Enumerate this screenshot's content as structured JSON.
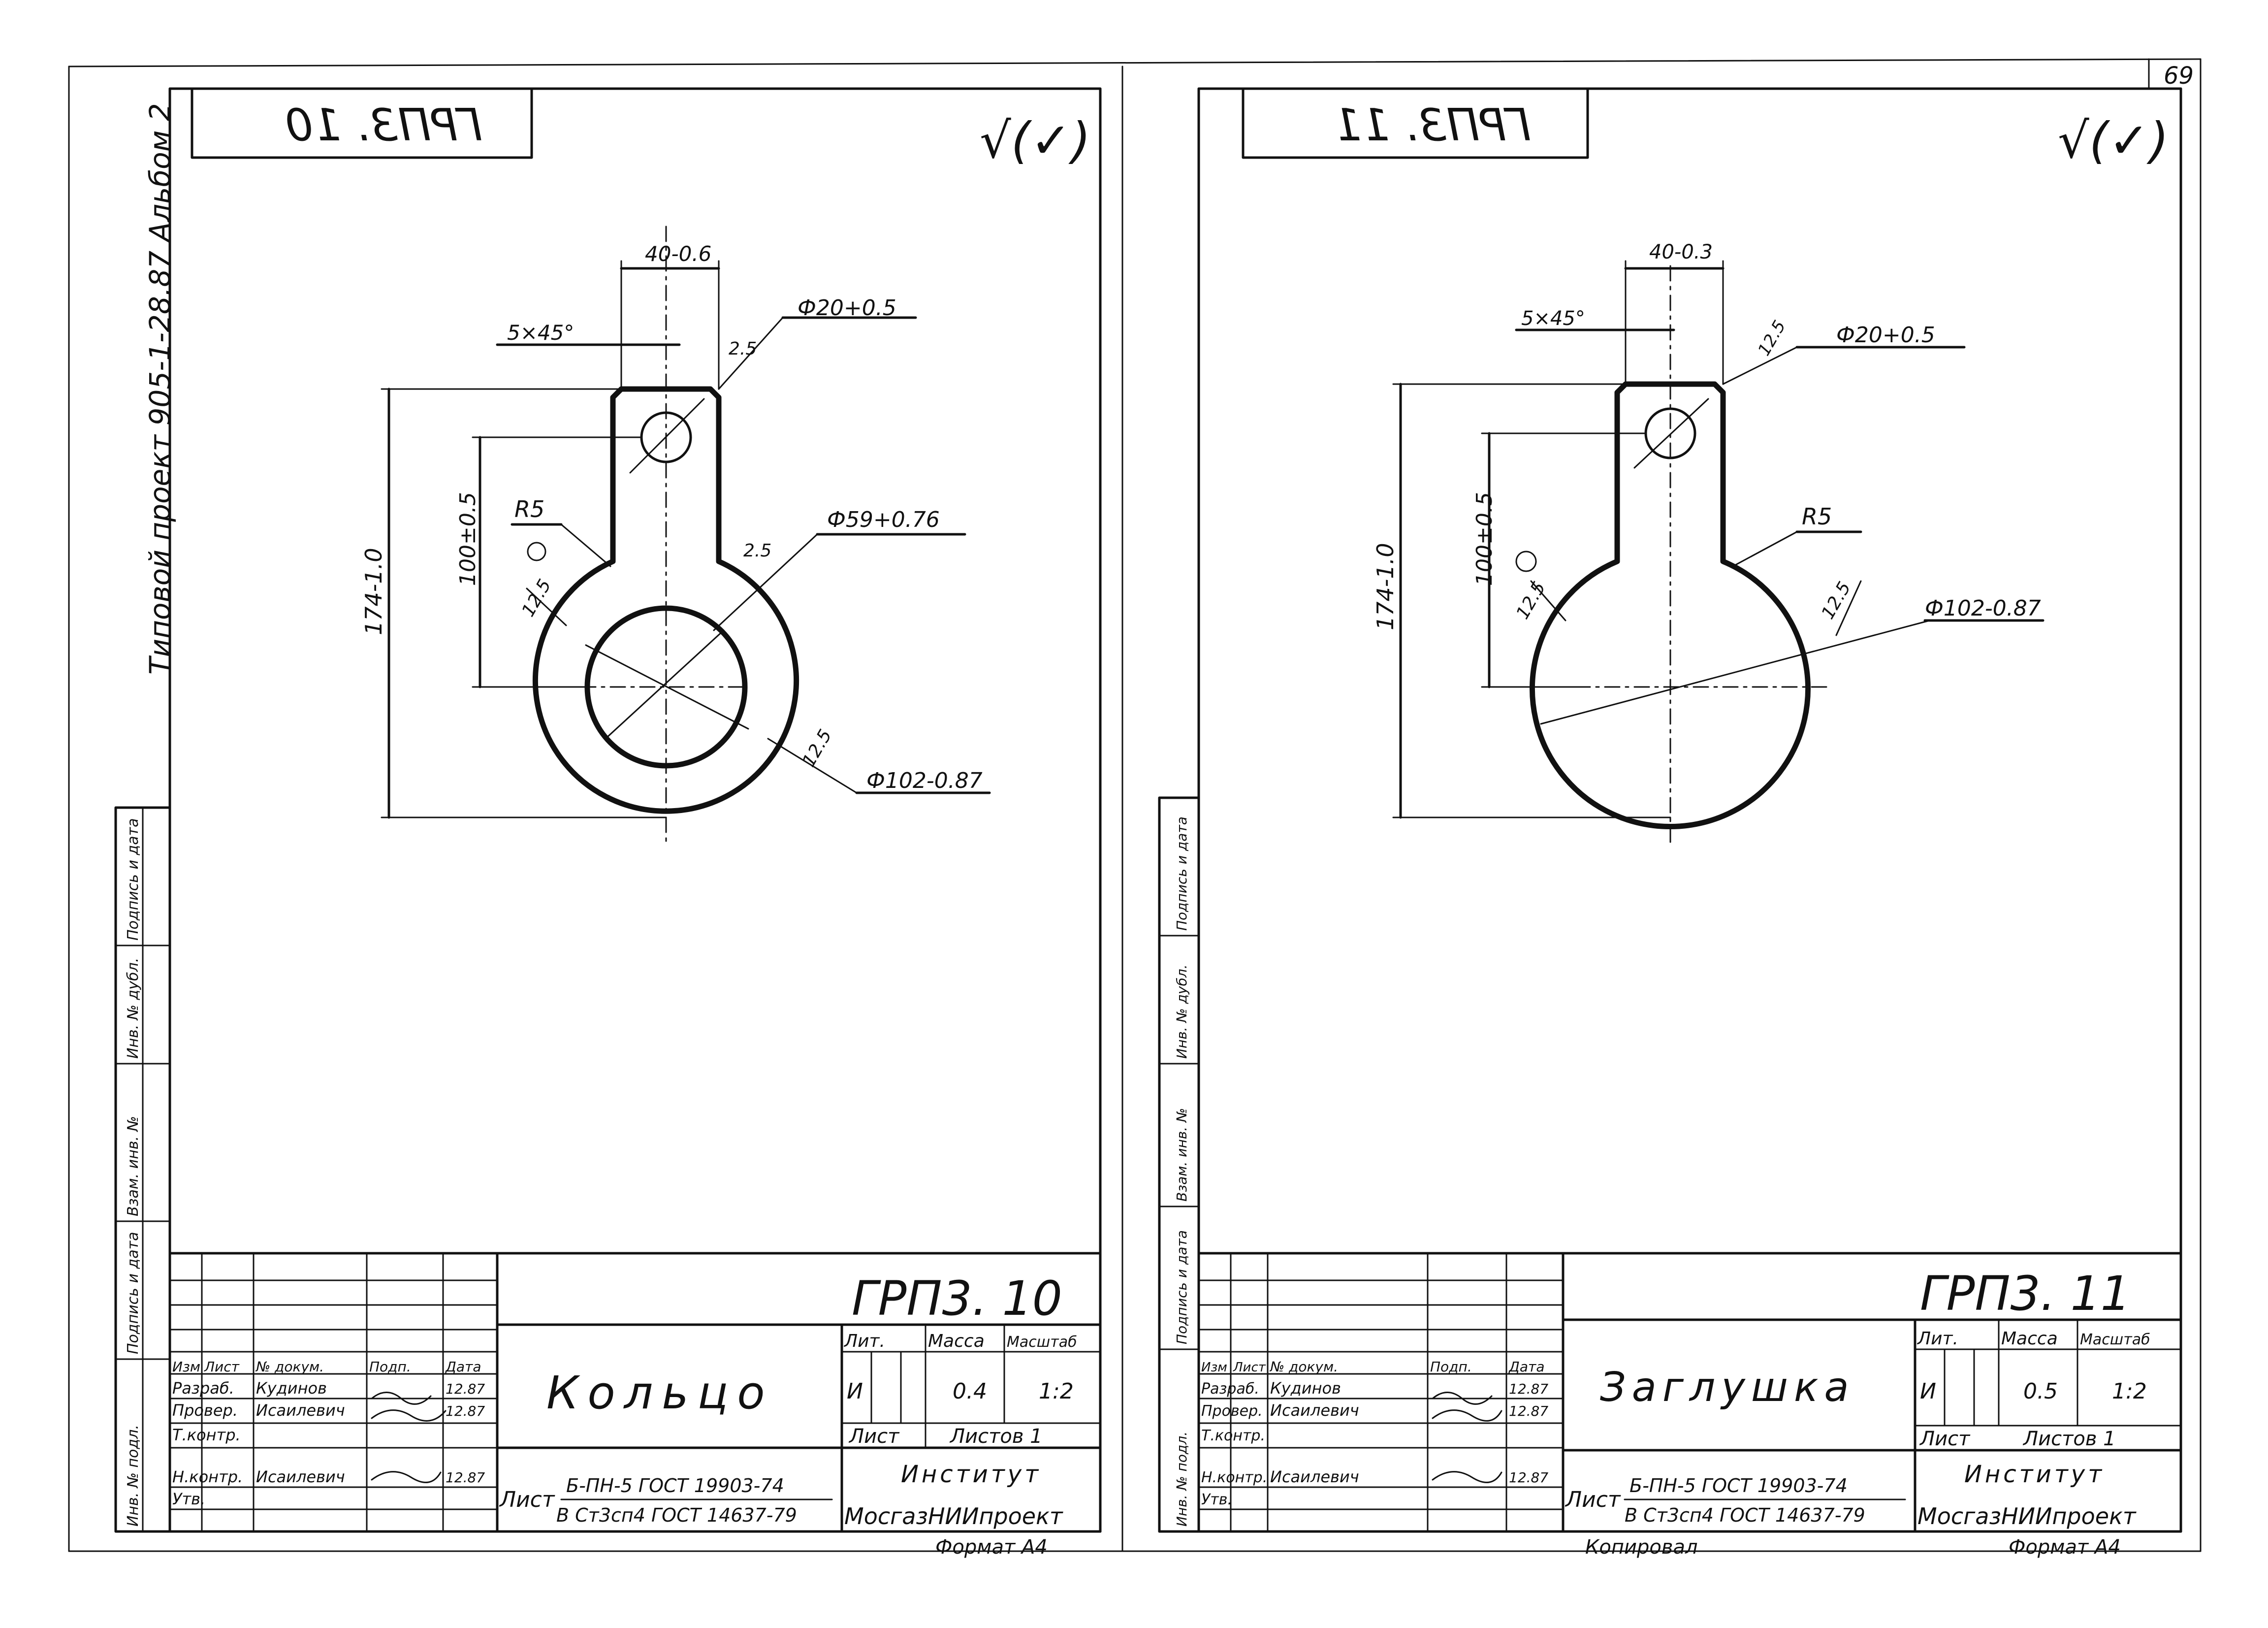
{
  "page_number": "69",
  "side_binding": {
    "project": "Типовой проект 905-1-28.87 Альбом 2"
  },
  "left_margin_labels": [
    "Инв. № подл.",
    "Подпись и дата",
    "Взам. инв. №",
    "Инв. № дубл.",
    "Подпись и дата"
  ],
  "sheets": [
    {
      "code_mirror": "ГРП3. 10",
      "roughness": "√(✓)",
      "dims": {
        "width_40": "40-0.6",
        "chamfer": "5×45°",
        "hole": "Ф20+0.5",
        "r_corner": "2.5",
        "radius": "R5",
        "inner": "Ф59+0.76",
        "inner_r": "2.5",
        "center_dist": "100±0.5",
        "total": "174-1.0",
        "r125": "12.5",
        "r125b": "12.5",
        "outer": "Ф102-0.87"
      },
      "title_block": {
        "code": "ГРП3. 10",
        "name": "Кольцо",
        "headers": [
          "Изм",
          "Лист",
          "№ докум.",
          "Подп.",
          "Дата"
        ],
        "rows": [
          [
            "Разраб.",
            "Кудинов",
            "",
            "12.87"
          ],
          [
            "Провер.",
            "Исаилевич",
            "",
            "12.87"
          ],
          [
            "Т.контр.",
            "",
            "",
            ""
          ],
          [
            "Н.контр.",
            "Исаилевич",
            "",
            "12.87"
          ],
          [
            "Утв.",
            "",
            "",
            ""
          ]
        ],
        "lit_label": "Лит.",
        "mass_label": "Масса",
        "scale_label": "Масштаб",
        "lit": "И",
        "mass": "0.4",
        "scale": "1:2",
        "sheet_label": "Лист",
        "sheets_label": "Листов 1",
        "material_prefix": "Лист",
        "material_1": "Б-ПН-5 ГОСТ 19903-74",
        "material_2": "В Ст3сп4 ГОСТ 14637-79",
        "org_1": "Институт",
        "org_2": "МосгазНИИпроект",
        "format": "Формат А4"
      }
    },
    {
      "code_mirror": "ГРП3. 11",
      "roughness": "√(✓)",
      "dims": {
        "width_40": "40-0.3",
        "chamfer": "5×45°",
        "hole": "Ф20+0.5",
        "r_corner": "12.5",
        "radius": "R5",
        "center_dist": "100±0.5",
        "total": "174-1.0",
        "r125": "12.5",
        "r125b": "12.5",
        "outer": "Ф102-0.87"
      },
      "title_block": {
        "code": "ГРП3. 11",
        "name": "Заглушка",
        "headers": [
          "Изм",
          "Лист",
          "№ докум.",
          "Подп.",
          "Дата"
        ],
        "rows": [
          [
            "Разраб.",
            "Кудинов",
            "",
            "12.87"
          ],
          [
            "Провер.",
            "Исаилевич",
            "",
            "12.87"
          ],
          [
            "Т.контр.",
            "",
            "",
            ""
          ],
          [
            "Н.контр.",
            "Исаилевич",
            "",
            "12.87"
          ],
          [
            "Утв.",
            "",
            "",
            ""
          ]
        ],
        "lit_label": "Лит.",
        "mass_label": "Масса",
        "scale_label": "Масштаб",
        "lit": "И",
        "mass": "0.5",
        "scale": "1:2",
        "sheet_label": "Лист",
        "sheets_label": "Листов 1",
        "material_prefix": "Лист",
        "material_1": "Б-ПН-5 ГОСТ 19903-74",
        "material_2": "В Ст3сп4 ГОСТ 14637-79",
        "org_1": "Институт",
        "org_2": "МосгазНИИпроект",
        "copied": "Копировал",
        "format": "Формат А4"
      }
    }
  ]
}
